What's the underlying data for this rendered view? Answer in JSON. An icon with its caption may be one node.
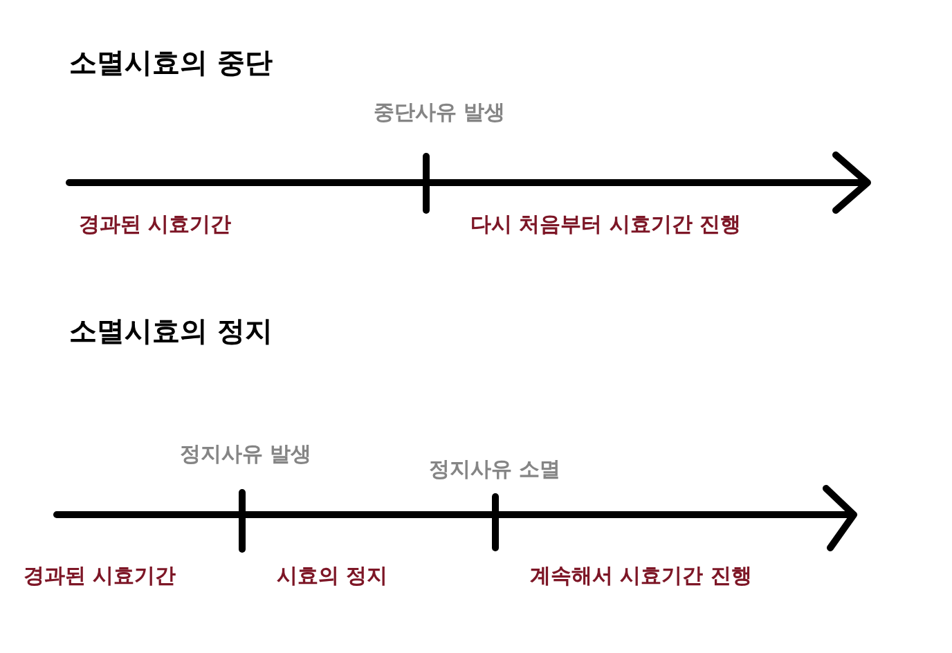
{
  "diagram": {
    "labels": [
      "소멸시효의 중단",
      "중단사유 발생",
      "경과된 시효기간",
      "다시 처음부터 시효기간 진행",
      "소멸시효의 정지",
      "정지사유 발생",
      "정지사유 소멸",
      "경과된 시효기간",
      "시효의 정지",
      "계속해서 시효기간 진행"
    ]
  }
}
